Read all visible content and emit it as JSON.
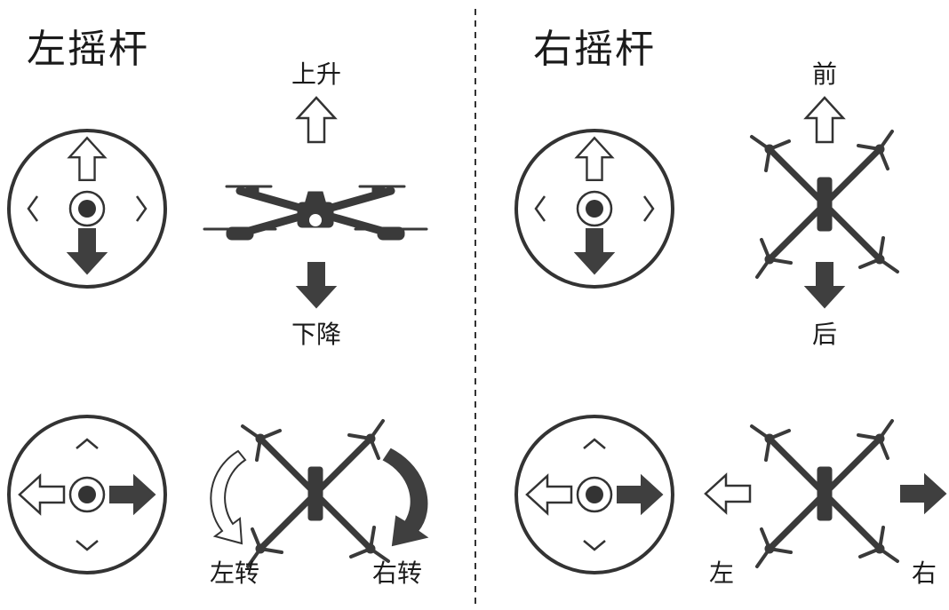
{
  "left_panel": {
    "title": "左摇杆",
    "throttle": {
      "up": "上升",
      "down": "下降"
    },
    "yaw": {
      "left": "左转",
      "right": "右转"
    }
  },
  "right_panel": {
    "title": "右摇杆",
    "pitch": {
      "forward": "前",
      "back": "后"
    },
    "roll": {
      "left": "左",
      "right": "右"
    }
  },
  "colors": {
    "ink": "#1a1a1a",
    "fill": "#3f3f3f",
    "drone": "#3a3a3a",
    "outline": "#333333"
  },
  "icons": [
    "joystick-icon",
    "drone-side-icon",
    "drone-top-icon",
    "arrow-icon",
    "rotate-arrow-icon"
  ]
}
